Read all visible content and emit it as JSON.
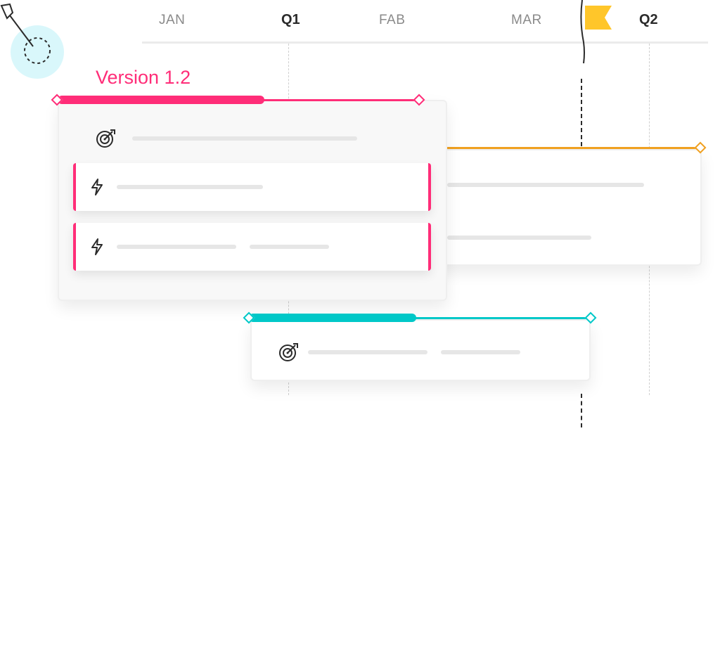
{
  "timeline": {
    "months": [
      "JAN",
      "FAB",
      "MAR"
    ],
    "quarters": [
      "Q1",
      "Q2"
    ]
  },
  "version_label": "Version 1.2",
  "colors": {
    "pink": "#ff2d78",
    "orange": "#f0a020",
    "teal": "#00c8c8",
    "flag": "#ffc62a",
    "logo_bg": "#d9f7fb"
  },
  "icons": {
    "logo": "target-arrow-icon",
    "goal": "target-icon",
    "task": "lightning-icon",
    "milestone": "flag-icon"
  }
}
